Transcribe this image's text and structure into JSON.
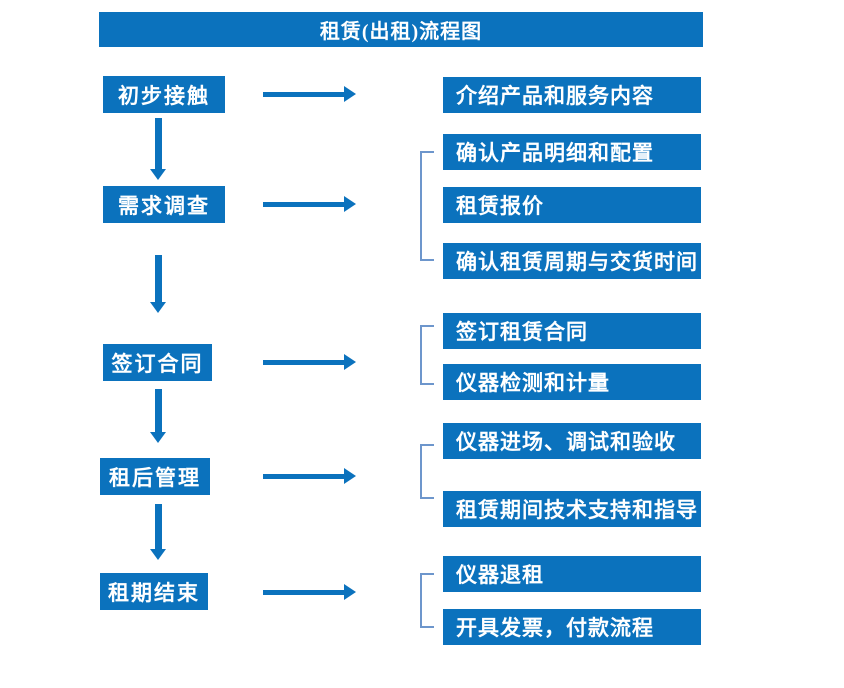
{
  "title": "租赁(出租)流程图",
  "colors": {
    "primary_blue": "#0B72BD",
    "bracket_blue": "#6D96CC",
    "text_white": "#FFFFFF",
    "background": "#FFFFFF"
  },
  "flow": {
    "steps": [
      {
        "label": "初步接触",
        "outputs": [
          "介绍产品和服务内容"
        ]
      },
      {
        "label": "需求调查",
        "outputs": [
          "确认产品明细和配置",
          "租赁报价",
          "确认租赁周期与交货时间"
        ]
      },
      {
        "label": "签订合同",
        "outputs": [
          "签订租赁合同",
          "仪器检测和计量"
        ]
      },
      {
        "label": "租后管理",
        "outputs": [
          "仪器进场、调试和验收",
          "租赁期间技术支持和指导"
        ]
      },
      {
        "label": "租期结束",
        "outputs": [
          "仪器退租",
          "开具发票，付款流程"
        ]
      }
    ]
  }
}
